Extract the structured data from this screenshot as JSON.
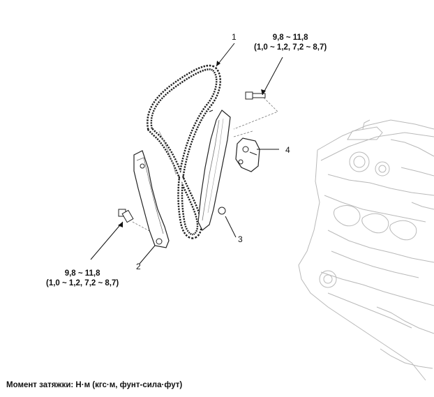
{
  "callouts": {
    "part1": "1",
    "part2": "2",
    "part3": "3",
    "part4": "4"
  },
  "torque_top": {
    "line1": "9,8 ~ 11,8",
    "line2": "(1,0 ~ 1,2, 7,2 ~ 8,7)"
  },
  "torque_left": {
    "line1": "9,8 ~ 11,8",
    "line2": "(1,0 ~ 1,2, 7,2 ~ 8,7)"
  },
  "footer": {
    "text": "Момент затяжки: Н·м (кгс·м, фунт-сила·фут)"
  }
}
